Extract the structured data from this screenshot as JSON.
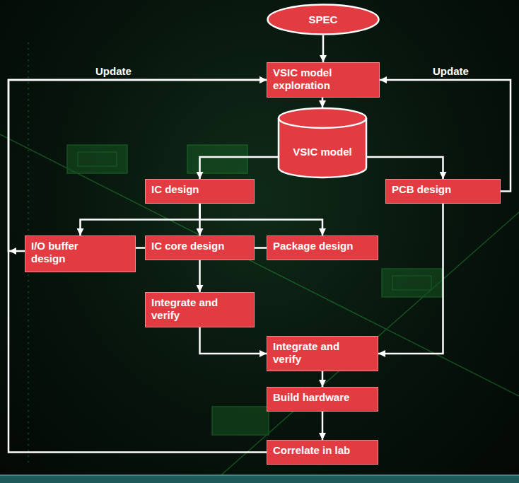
{
  "diagram": {
    "nodes": [
      {
        "text": [
          "SPEC"
        ]
      },
      {
        "text": [
          "VSIC model exploration"
        ]
      },
      {
        "text": [
          "VSIC model"
        ]
      },
      {
        "text": [
          "IC design"
        ]
      },
      {
        "text": [
          "PCB design"
        ]
      },
      {
        "text": [
          "I/O buffer design"
        ]
      },
      {
        "text": [
          "IC core design"
        ]
      },
      {
        "text": [
          "Package design"
        ]
      },
      {
        "text": [
          "Integrate and verify"
        ]
      },
      {
        "text": [
          "Integrate and verify"
        ]
      },
      {
        "text": [
          "Build hardware"
        ]
      },
      {
        "text": [
          "Correlate in lab"
        ]
      }
    ],
    "edges": [
      {
        "from": 0,
        "to": 1,
        "arrow": "to"
      },
      {
        "from": 1,
        "to": 2,
        "arrow": "to"
      },
      {
        "from": 2,
        "to": 3,
        "arrow": "to"
      },
      {
        "from": 2,
        "to": 4,
        "arrow": "to"
      },
      {
        "from": 3,
        "to": 5,
        "arrow": "to"
      },
      {
        "from": 3,
        "to": 6,
        "arrow": "to"
      },
      {
        "from": 3,
        "to": 7,
        "arrow": "to"
      },
      {
        "from": 6,
        "to": 5,
        "arrow": "none"
      },
      {
        "from": 6,
        "to": 7,
        "arrow": "none"
      },
      {
        "from": 6,
        "to": 8,
        "arrow": "to"
      },
      {
        "from": 8,
        "to": 9,
        "arrow": "to"
      },
      {
        "from": 4,
        "to": 9,
        "arrow": "to"
      },
      {
        "from": 9,
        "to": 10,
        "arrow": "to"
      },
      {
        "from": 10,
        "to": 11,
        "arrow": "to"
      },
      {
        "from": 11,
        "to": 1,
        "label": "Update",
        "arrow": "to"
      },
      {
        "from": 4,
        "to": 1,
        "label": "Update",
        "arrow": "to"
      },
      {
        "from": 5,
        "to": 1,
        "arrow": "to"
      }
    ]
  }
}
